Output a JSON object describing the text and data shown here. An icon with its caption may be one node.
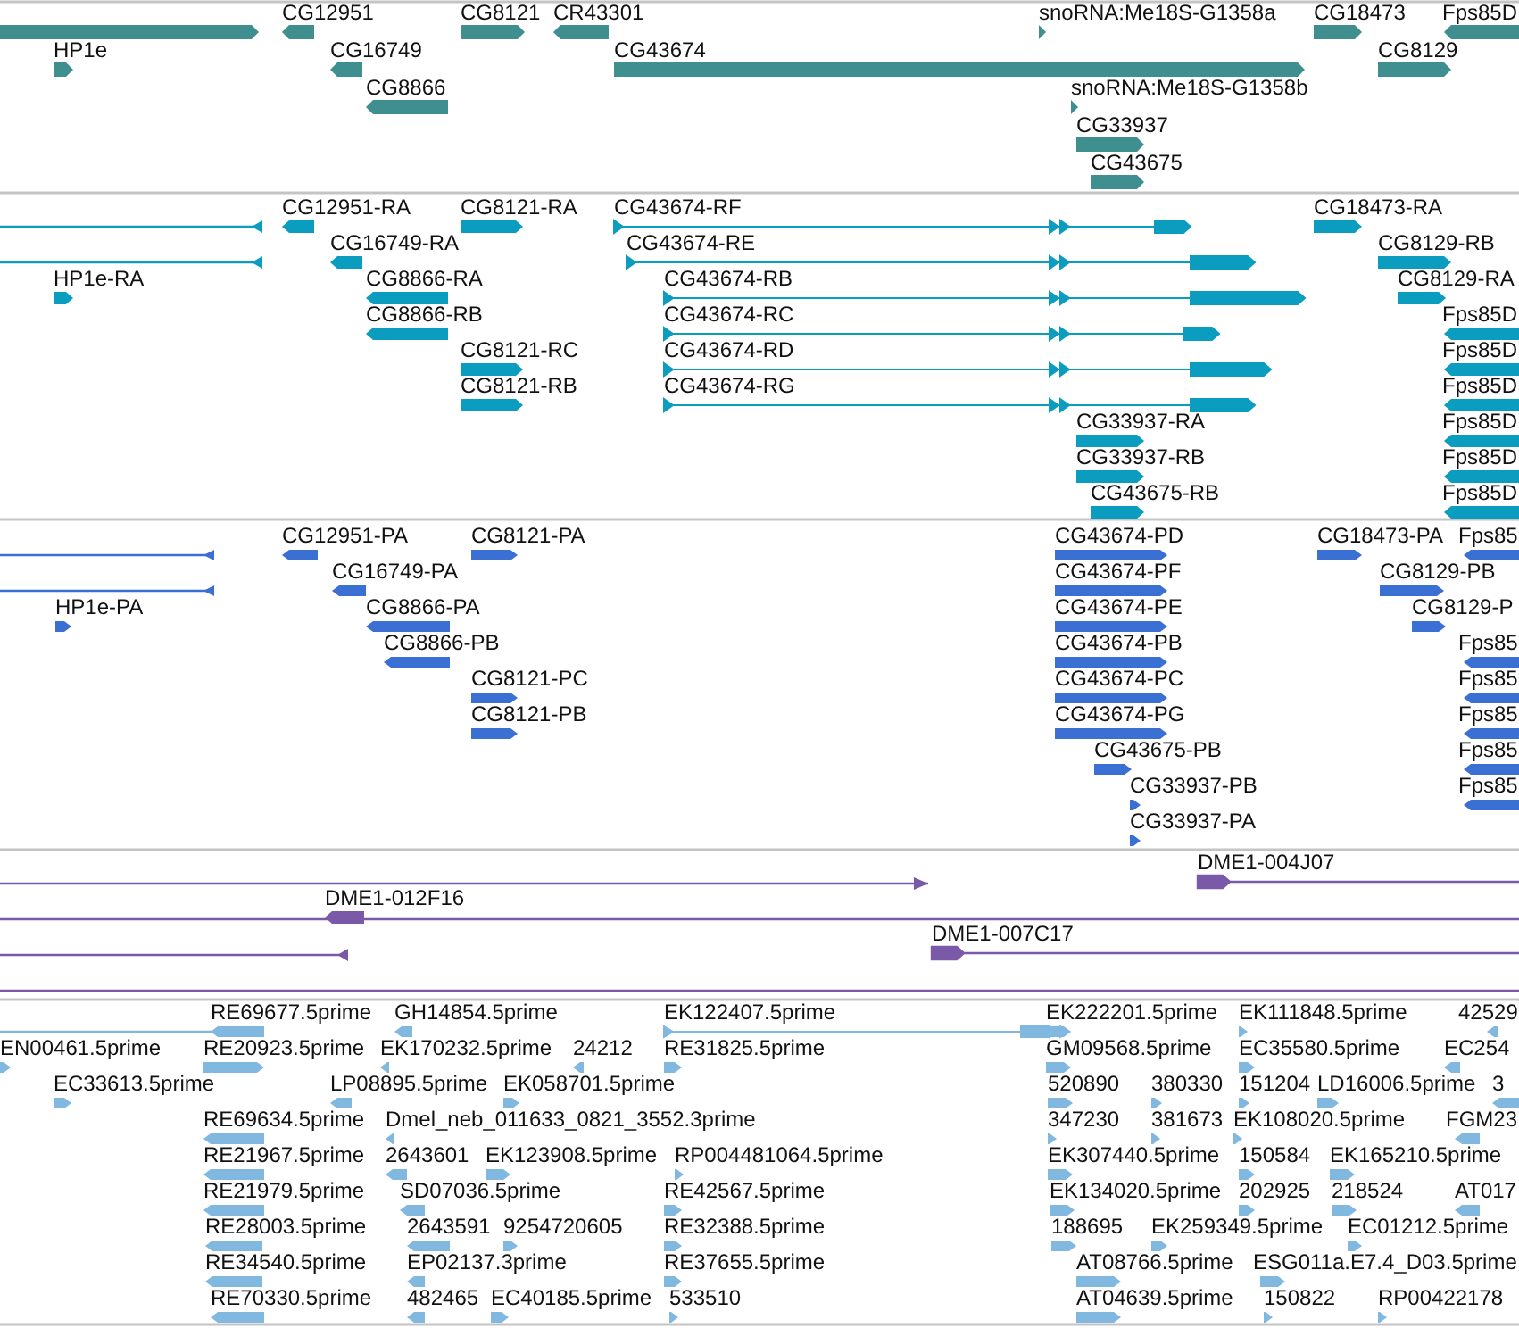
{
  "diagram": {
    "labels": [
      "CG12951",
      "CG8121",
      "CR43301",
      "snoRNA:Me18S-G1358a",
      "CG18473",
      "Fps85D",
      "HP1e",
      "CG16749",
      "CG43674",
      "CG8129",
      "CG8866",
      "snoRNA:Me18S-G1358b",
      "CG33937",
      "CG43675",
      "CG12951-RA",
      "CG8121-RA",
      "CG43674-RF",
      "CG18473-RA",
      "CG16749-RA",
      "CG43674-RE",
      "CG8129-RB",
      "HP1e-RA",
      "CG8866-RA",
      "CG43674-RB",
      "CG8129-RA",
      "CG8866-RB",
      "CG43674-RC",
      "Fps85D",
      "CG8121-RC",
      "CG43674-RD",
      "Fps85D",
      "CG8121-RB",
      "CG43674-RG",
      "Fps85D",
      "CG33937-RA",
      "Fps85D",
      "CG33937-RB",
      "Fps85D",
      "CG43675-RB",
      "Fps85D",
      "CG12951-PA",
      "CG8121-PA",
      "CG43674-PD",
      "CG18473-PA",
      "Fps85",
      "CG16749-PA",
      "CG43674-PF",
      "CG8129-PB",
      "HP1e-PA",
      "CG8866-PA",
      "CG43674-PE",
      "CG8129-P",
      "CG8866-PB",
      "CG43674-PB",
      "Fps85",
      "CG8121-PC",
      "CG43674-PC",
      "Fps85",
      "CG8121-PB",
      "CG43674-PG",
      "Fps85",
      "CG43675-PB",
      "Fps85",
      "CG33937-PB",
      "Fps85",
      "CG33937-PA",
      "DME1-004J07",
      "DME1-012F16",
      "DME1-007C17",
      "RE69677.5prime",
      "GH14854.5prime",
      "EK122407.5prime",
      "EK222201.5prime",
      "EK111848.5prime",
      "42529",
      "EN00461.5prime",
      "RE20923.5prime",
      "EK170232.5prime",
      "24212",
      "RE31825.5prime",
      "GM09568.5prime",
      "EC35580.5prime",
      "EC254",
      "EC33613.5prime",
      "LP08895.5prime",
      "EK058701.5prime",
      "520890",
      "380330",
      "151204",
      "LD16006.5prime",
      "3",
      "RE69634.5prime",
      "Dmel_neb_011633_0821_3552.3prime",
      "347230",
      "381673",
      "EK108020.5prime",
      "FGM23",
      "RE21967.5prime",
      "2643601",
      "EK123908.5prime",
      "RP004481064.5prime",
      "EK307440.5prime",
      "150584",
      "EK165210.5prime",
      "RE21979.5prime",
      "SD07036.5prime",
      "RE42567.5prime",
      "EK134020.5prime",
      "202925",
      "218524",
      "AT017",
      "RE28003.5prime",
      "2643591",
      "9254720605",
      "RE32388.5prime",
      "188695",
      "EK259349.5prime",
      "EC01212.5prime",
      "RE34540.5prime",
      "EP02137.3prime",
      "RE37655.5prime",
      "AT08766.5prime",
      "ESG011a.E7.4_D03.5prime",
      "RE70330.5prime",
      "482465",
      "EC40185.5prime",
      "533510",
      "AT04639.5prime",
      "150822",
      "RP00422178"
    ]
  }
}
